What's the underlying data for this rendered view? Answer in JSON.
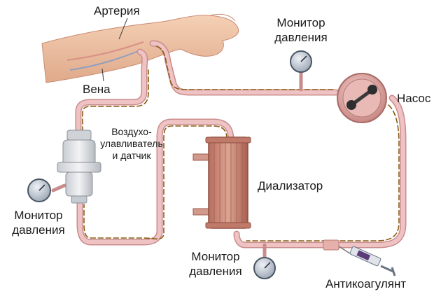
{
  "labels": {
    "artery": "Артерия",
    "vein": "Вена",
    "pump": "Насос",
    "dialyzer": "Диализатор",
    "anticoagulant": "Антикоагулянт",
    "monitor_top": [
      "Монитор",
      "давления"
    ],
    "monitor_left": [
      "Монитор",
      "давления"
    ],
    "monitor_bottom": [
      "Монитор",
      "давления"
    ],
    "air_trap": [
      "Воздухо-",
      "улавливатель",
      "и датчик"
    ]
  },
  "colors": {
    "tube": "#e9b7b7",
    "tube_edge": "#c98c8c",
    "flow_dash": "#8a5a14",
    "skin": "#f1c4a6",
    "skin_shade": "#dca083",
    "dialyzer": "#c98a7a",
    "dialyzer_dark": "#9c5a4c",
    "pump": "#d9a3a0",
    "gauge": "#5a6a7a"
  }
}
